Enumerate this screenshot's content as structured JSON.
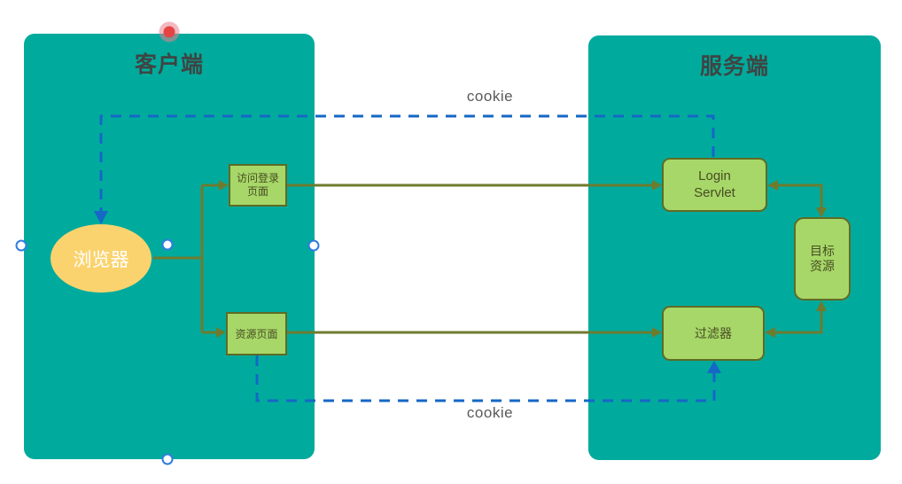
{
  "diagram": {
    "client": {
      "title": "客户端"
    },
    "server": {
      "title": "服务端"
    },
    "nodes": {
      "browser": {
        "label": "浏览器"
      },
      "login_page": {
        "line1": "访问登录",
        "line2": "页面"
      },
      "resource_page": {
        "label": "资源页面"
      },
      "login_servlet": {
        "line1": "Login",
        "line2": "Servlet"
      },
      "target_resource": {
        "line1": "目标",
        "line2": "资源"
      },
      "filter": {
        "label": "过滤器"
      }
    },
    "edge_labels": {
      "cookie_top": "cookie",
      "cookie_bottom": "cookie"
    },
    "edges": [
      {
        "from": "browser",
        "to": "login_page",
        "style": "solid-olive"
      },
      {
        "from": "browser",
        "to": "resource_page",
        "style": "solid-olive"
      },
      {
        "from": "login_page",
        "to": "login_servlet",
        "style": "solid-olive"
      },
      {
        "from": "resource_page",
        "to": "filter",
        "style": "solid-olive"
      },
      {
        "from": "login_servlet",
        "to": "target_resource",
        "style": "solid-olive-bidirectional"
      },
      {
        "from": "filter",
        "to": "target_resource",
        "style": "solid-olive-bidirectional"
      },
      {
        "from": "login_servlet",
        "to": "browser",
        "style": "dashed-blue",
        "label": "cookie"
      },
      {
        "from": "resource_page",
        "to": "filter",
        "style": "dashed-blue",
        "label": "cookie"
      }
    ]
  },
  "colors": {
    "panel-teal": "#00ab9d",
    "node-green": "#a7d768",
    "node-border": "#5f6b24",
    "connector-olive": "#6e7b2f",
    "connector-blue": "#1667c6",
    "ellipse-yellow": "#fbd36e",
    "title-text": "#3e4543",
    "node-text": "#474d23",
    "label-gray": "#595959",
    "handle-blue": "#2f7de1",
    "handle-red": "#e64444"
  }
}
